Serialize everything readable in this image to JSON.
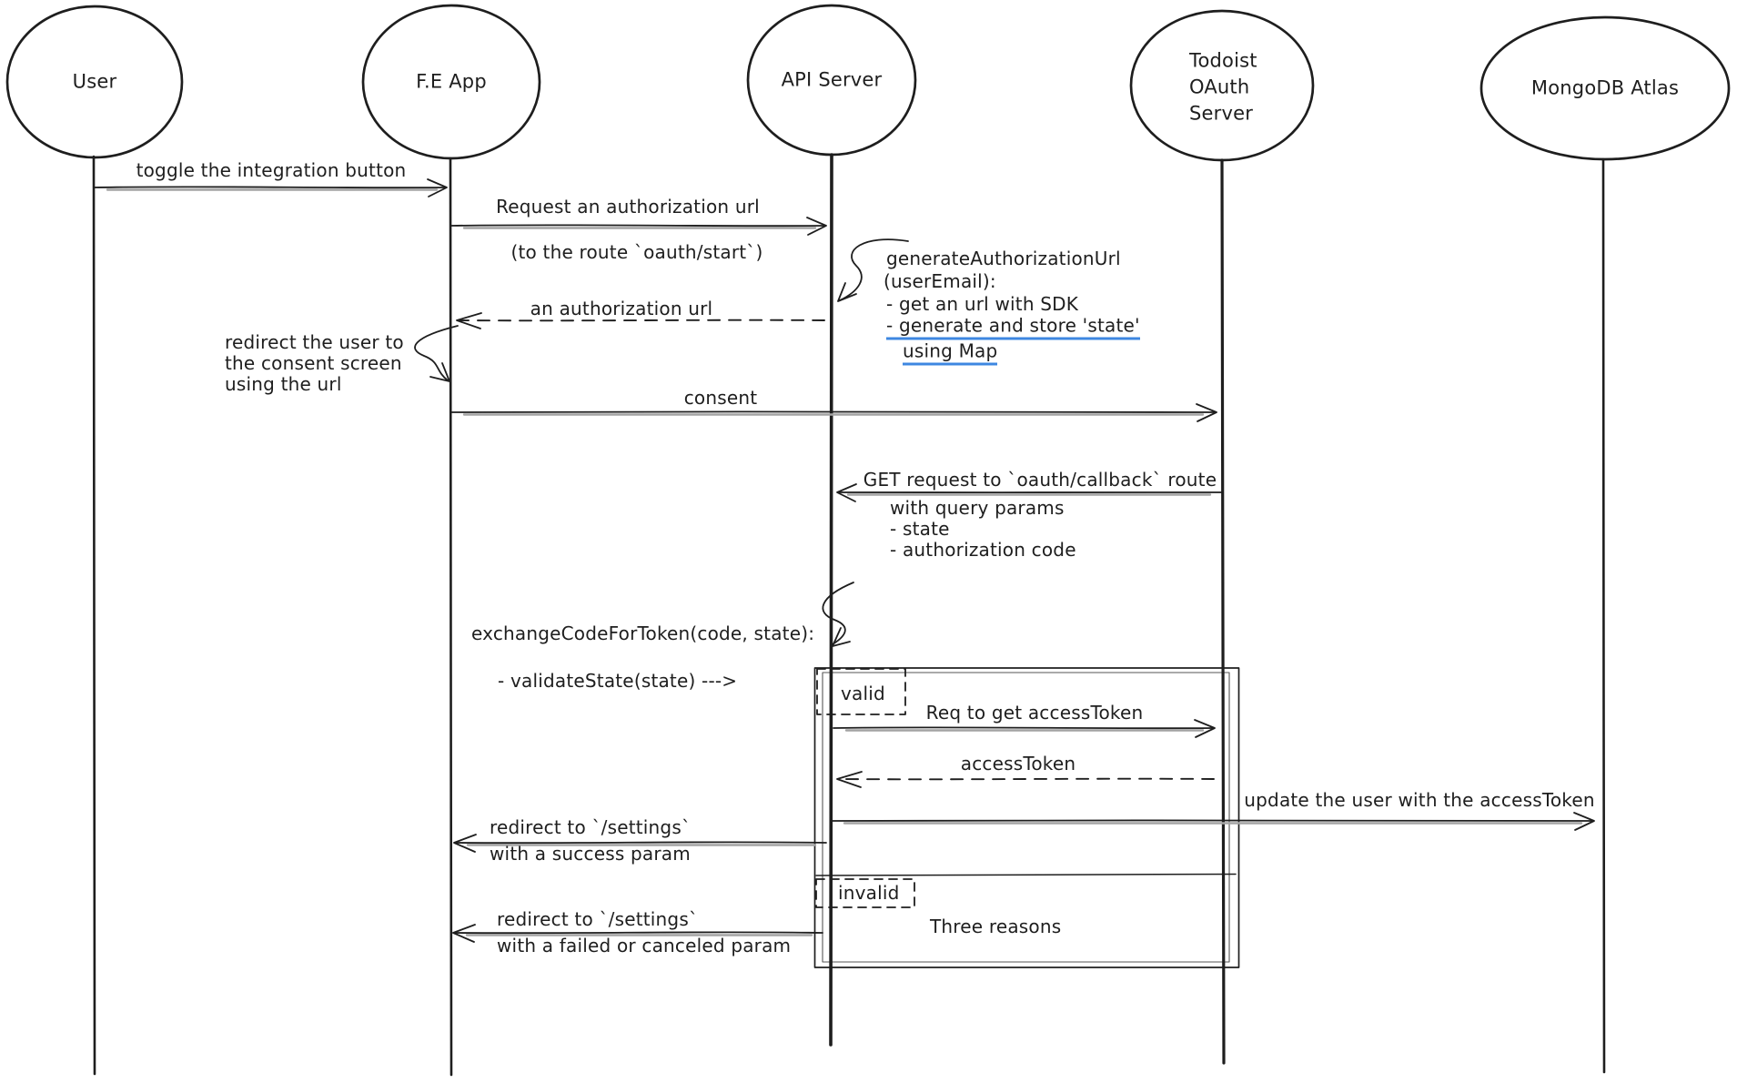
{
  "colors": {
    "ink": "#1e1e1e",
    "arrow_shaft_gray": "#a3a3a3",
    "underline_blue": "#3e87e1"
  },
  "actors": [
    {
      "label": "User"
    },
    {
      "label": "F.E App"
    },
    {
      "label": "API Server"
    },
    {
      "label_lines": [
        "Todoist",
        "OAuth",
        "Server"
      ]
    },
    {
      "label": "MongoDB Atlas"
    }
  ],
  "messages": {
    "toggle": {
      "label": "toggle the integration button"
    },
    "request_auth_url": {
      "label": "Request an authorization url",
      "sublabel": "(to the route `oauth/start`)"
    },
    "auth_url_return": {
      "label": "an authorization url"
    },
    "consent": {
      "label": "consent"
    },
    "get_callback": {
      "label": "GET request to `oauth/callback` route",
      "lines": [
        "with query params",
        "- state",
        "- authorization code"
      ]
    },
    "req_access_token": {
      "label": "Req to get accessToken"
    },
    "access_token_return": {
      "label": "accessToken"
    },
    "update_user": {
      "label": "update the user with the accessToken"
    },
    "redirect_success": {
      "line1": "redirect to `/settings`",
      "line2": "with a success param"
    },
    "redirect_failed": {
      "line1": "redirect to `/settings`",
      "line2": "with a failed or canceled param"
    }
  },
  "notes": {
    "generate_auth_url": {
      "lines": [
        "generateAuthorizationUrl",
        "(userEmail):",
        "- get an url with SDK",
        "- generate and store 'state'",
        "using Map"
      ]
    },
    "redirect_consent": {
      "lines": [
        "redirect the user to",
        "the consent screen",
        "using the url"
      ]
    },
    "exchange_code": "exchangeCodeForToken(code, state):",
    "validate_state": "- validateState(state) --->"
  },
  "frames": {
    "valid": "valid",
    "invalid": "invalid",
    "three_reasons": "Three reasons"
  }
}
